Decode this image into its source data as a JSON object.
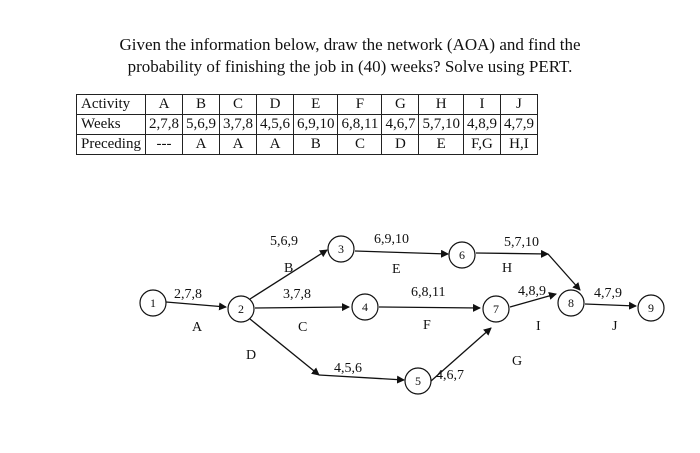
{
  "question": {
    "line1": "Given the information below, draw the network (AOA) and find the",
    "line2": "probability of finishing the job in (40) weeks? Solve using PERT."
  },
  "table": {
    "rows": [
      [
        "Activity",
        "A",
        "B",
        "C",
        "D",
        "E",
        "F",
        "G",
        "H",
        "I",
        "J"
      ],
      [
        "Weeks",
        "2,7,8",
        "5,6,9",
        "3,7,8",
        "4,5,6",
        "6,9,10",
        "6,8,11",
        "4,6,7",
        "5,7,10",
        "4,8,9",
        "4,7,9"
      ],
      [
        "Preceding",
        "---",
        "A",
        "A",
        "A",
        "B",
        "C",
        "D",
        "E",
        "F,G",
        "H,I"
      ]
    ]
  },
  "network": {
    "nodes": [
      "1",
      "2",
      "3",
      "4",
      "5",
      "6",
      "7",
      "8",
      "9"
    ],
    "activities": [
      {
        "name": "A",
        "weeks": "2,7,8"
      },
      {
        "name": "B",
        "weeks": "5,6,9"
      },
      {
        "name": "C",
        "weeks": "3,7,8"
      },
      {
        "name": "D",
        "weeks": "4,5,6"
      },
      {
        "name": "E",
        "weeks": "6,9,10"
      },
      {
        "name": "F",
        "weeks": "6,8,11"
      },
      {
        "name": "G",
        "weeks": "4,6,7"
      },
      {
        "name": "H",
        "weeks": "5,7,10"
      },
      {
        "name": "I",
        "weeks": "4,8,9"
      },
      {
        "name": "J",
        "weeks": "4,7,9"
      }
    ]
  }
}
